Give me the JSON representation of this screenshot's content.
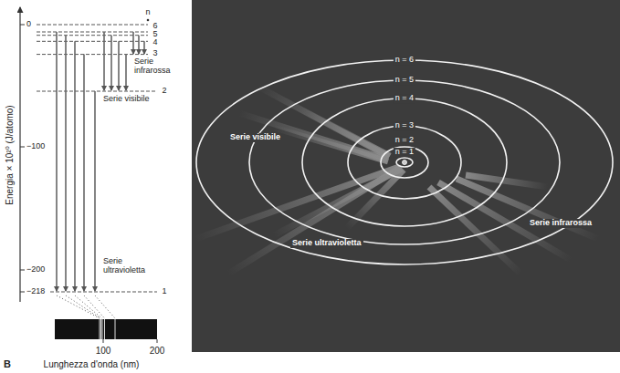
{
  "diagram": {
    "labels": [
      "n",
      "6",
      "5",
      "4",
      "3",
      "Serie infrarossa",
      "2",
      "Serie visibile",
      "0",
      "−100",
      "Energia × 10²⁰ (J/atomo)",
      "−200",
      "Serie ultravioletta",
      "−218",
      "1",
      "100",
      "200",
      "B",
      "Lunghezza d'onda (nm)",
      "n = 6",
      "n = 5",
      "n = 4",
      "n = 3",
      "Serie visibile",
      "n = 2",
      "n = 1",
      "Serie ultravioletta",
      "Serie infrarossa"
    ]
  }
}
